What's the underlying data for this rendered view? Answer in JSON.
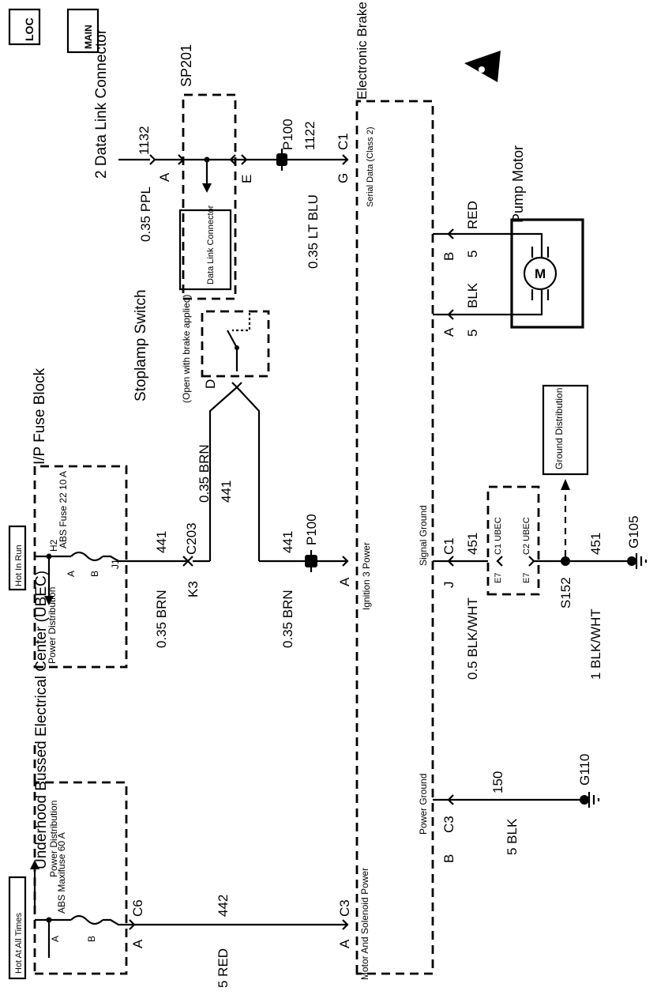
{
  "labels": {
    "loc_icon": "LOC",
    "main_icon": "MAIN",
    "data_link_title": "2 Data Link Connector",
    "circuit_1132": "1132",
    "wire_035_ppl": "0.35 PPL",
    "pin_a_dlc": "A",
    "sp201": "SP201",
    "dlc_box": "Data Link Connector",
    "pin_e_sp201": "E",
    "p100_top": "P100",
    "circuit_1122": "1122",
    "wire_035_ltblu": "0.35 LT BLU",
    "pin_g": "G",
    "c1_top": "C1",
    "serial_data": "Serial Data (Class 2)",
    "ebcm_title": "Electronic Brake Control Module (EBCM)",
    "pump_motor": "Pump Motor",
    "pin_b_pump": "B",
    "pump_b_5": "5",
    "pump_red": "RED",
    "pin_a_pump": "A",
    "pump_a_5": "5",
    "pump_blk": "BLK",
    "motor_m": "M",
    "stoplamp_switch": "Stoplamp Switch",
    "stoplamp_note": "(Open with brake applied)",
    "pin_d": "D",
    "wire_035_brn_mid": "0.35 BRN",
    "circuit_441_mid": "441",
    "ip_fuse_block": "I/P Fuse Block",
    "hot_in_run": "Hot In Run",
    "h2": "H2",
    "abs_fuse22": "ABS Fuse 22 10 A",
    "pin_a_fuse22": "A",
    "pin_b_fuse22": "B",
    "j1": "J1",
    "power_distribution_ip": "Power Distribution",
    "circuit_441_a": "441",
    "c203": "C203",
    "wire_035_brn_a": "0.35 BRN",
    "k3": "K3",
    "circuit_441_b": "441",
    "p100_bottom": "P100",
    "wire_035_brn_b": "0.35 BRN",
    "pin_a_ign": "A",
    "ignition_3_power": "Ignition 3 Power",
    "signal_ground": "Signal Ground",
    "pin_j": "J",
    "c1_mid": "C1",
    "circuit_451_a": "451",
    "wire_05_blkwht": "0.5 BLK/WHT",
    "e7_c1": "E7",
    "c1_ubec": "C1 UBEC",
    "e7_c2": "E7",
    "c2_ubec": "C2 UBEC",
    "ground_distribution": "Ground Distribution",
    "s152": "S152",
    "circuit_451_b": "451",
    "wire_1_blkwht": "1 BLK/WHT",
    "g105": "G105",
    "underhood_ubec": "Underhood Bussed Electrical Center (UBEC)",
    "power_distribution_ubec": "Power Distribution",
    "power_ground": "Power Ground",
    "pin_b_pg": "B",
    "c3_pg": "C3",
    "circuit_150": "150",
    "wire_5_blk": "5 BLK",
    "g110": "G110",
    "hot_at_all_times": "Hot At All Times",
    "abs_maxifuse": "ABS Maxifuse 60 A",
    "pin_a_maxi": "A",
    "pin_b_maxi": "B",
    "pin_a_c6": "A",
    "c6": "C6",
    "circuit_442": "442",
    "wire_5_red": "5 RED",
    "pin_a_c3": "A",
    "c3_motor": "C3",
    "motor_solenoid_power": "Motor And Solenoid Power"
  }
}
